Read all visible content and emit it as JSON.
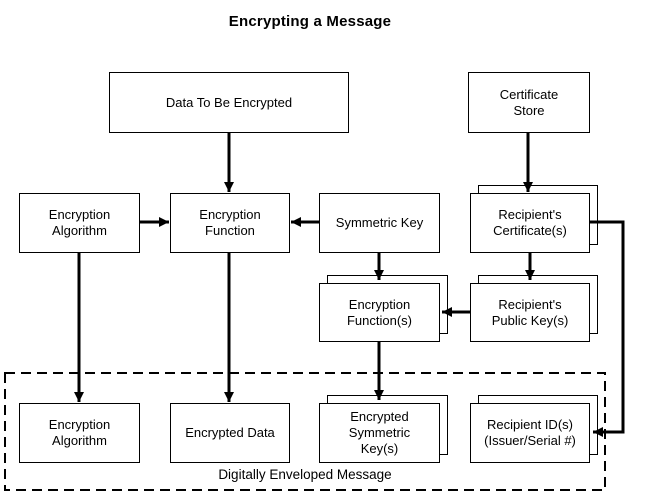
{
  "title": "Encrypting a Message",
  "colors": {
    "background": "#ffffff",
    "box_fill": "#ffffff",
    "box_border": "#000000",
    "line": "#000000",
    "text": "#000000"
  },
  "boxes": {
    "data_to_be_encrypted": {
      "label": "Data To Be Encrypted"
    },
    "certificate_store": {
      "label": "Certificate\nStore"
    },
    "encryption_algorithm_top": {
      "label": "Encryption\nAlgorithm"
    },
    "encryption_function": {
      "label": "Encryption\nFunction"
    },
    "symmetric_key": {
      "label": "Symmetric Key"
    },
    "recipients_certificates": {
      "label": "Recipient's\nCertificate(s)",
      "stacked": true
    },
    "encryption_functions": {
      "label": "Encryption\nFunction(s)",
      "stacked": true
    },
    "recipients_public_keys": {
      "label": "Recipient's\nPublic Key(s)",
      "stacked": true
    },
    "encryption_algorithm_bottom": {
      "label": "Encryption\nAlgorithm"
    },
    "encrypted_data": {
      "label": "Encrypted Data"
    },
    "encrypted_symmetric_keys": {
      "label": "Encrypted\nSymmetric\nKey(s)",
      "stacked": true
    },
    "recipient_ids": {
      "label": "Recipient ID(s)\n(Issuer/Serial #)",
      "stacked": true
    }
  },
  "envelope": {
    "label": "Digitally Enveloped Message"
  }
}
